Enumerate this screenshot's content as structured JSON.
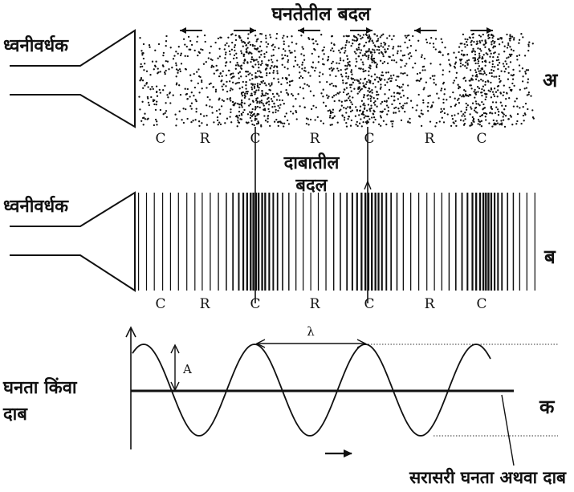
{
  "labels": {
    "density_change": "घनतेतील बदल",
    "speaker_top": "ध्वनीवर्धक",
    "speaker_mid": "ध्वनीवर्धक",
    "pressure_change_line1": "दाबातील",
    "pressure_change_line2": "बदल",
    "panel_a": "अ",
    "panel_b": "ब",
    "panel_c": "क",
    "density_or_pressure_line1": "घनता किंवा",
    "density_or_pressure_line2": "दाब",
    "mean_density_or_pressure": "सरासरी घनता अथवा दाब",
    "wavelength": "λ",
    "amplitude": "A"
  },
  "zone_labels_top": [
    "C",
    "R",
    "C",
    "R",
    "C",
    "R",
    "C"
  ],
  "zone_labels_mid": [
    "C",
    "R",
    "C",
    "R",
    "C",
    "R",
    "C"
  ],
  "arrow_directions": [
    "left",
    "right",
    "left",
    "right",
    "left",
    "right"
  ],
  "colors": {
    "ink": "#111111",
    "paper": "#ffffff"
  }
}
